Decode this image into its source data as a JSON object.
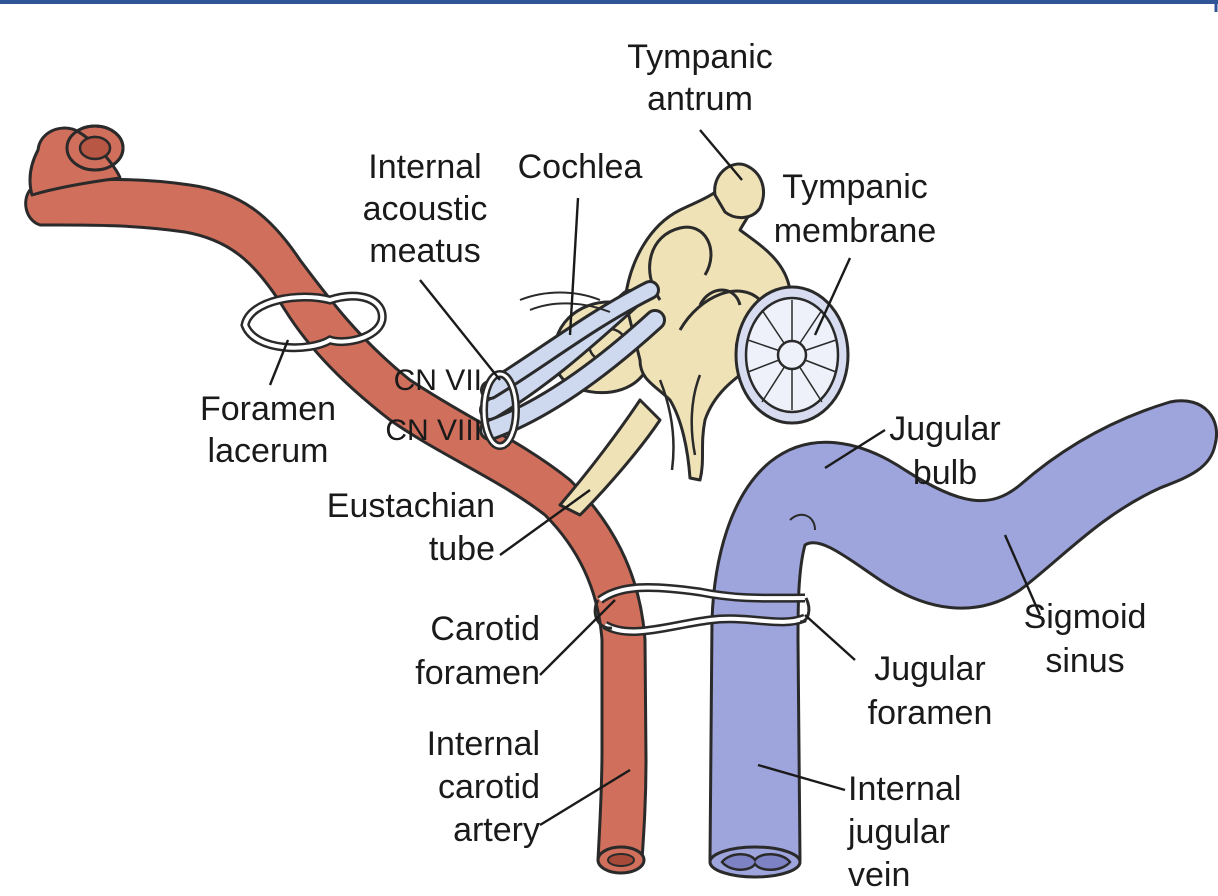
{
  "labels": {
    "tympanic_antrum": [
      "Tympanic",
      "antrum"
    ],
    "internal_acoustic_meatus": [
      "Internal",
      "acoustic",
      "meatus"
    ],
    "cochlea": "Cochlea",
    "tympanic_membrane": [
      "Tympanic",
      "membrane"
    ],
    "foramen_lacerum": [
      "Foramen",
      "lacerum"
    ],
    "cn_vii": "CN VII",
    "cn_viii": "CN VIII",
    "eustachian_tube": [
      "Eustachian",
      "tube"
    ],
    "jugular_bulb": [
      "Jugular",
      "bulb"
    ],
    "carotid_foramen": [
      "Carotid",
      "foramen"
    ],
    "sigmoid_sinus": [
      "Sigmoid",
      "sinus"
    ],
    "jugular_foramen": [
      "Jugular",
      "foramen"
    ],
    "internal_carotid_artery": [
      "Internal",
      "carotid",
      "artery"
    ],
    "internal_jugular_vein": [
      "Internal",
      "jugular",
      "vein"
    ]
  },
  "colors": {
    "artery": "#cf6f5c",
    "vein": "#9ea4dc",
    "bone": "#efe2b6",
    "nerve": "#ced9f0",
    "frame": "#2f5597"
  }
}
